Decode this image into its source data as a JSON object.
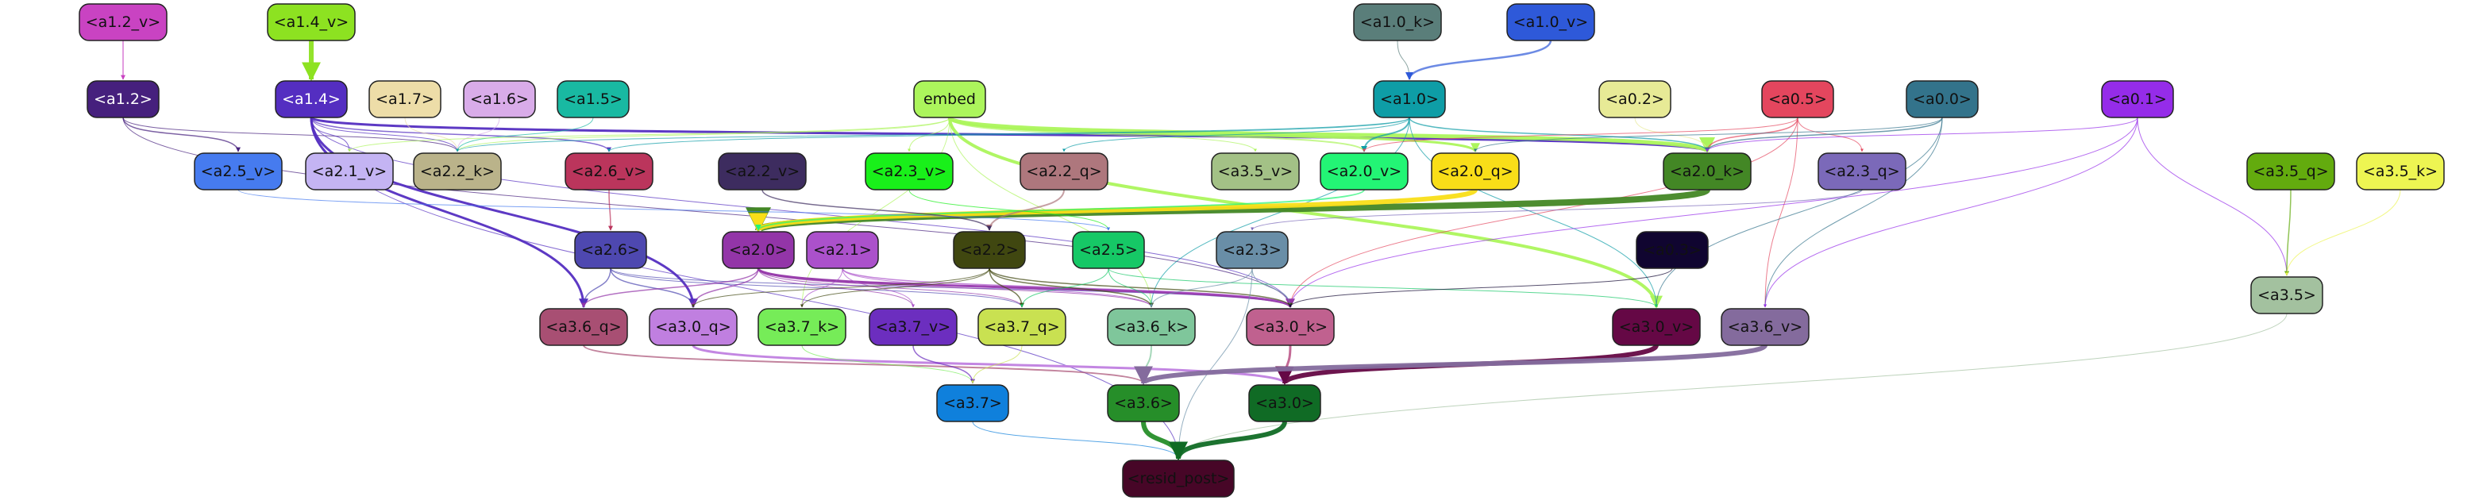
{
  "nodes": [
    {
      "id": "a1.2_v",
      "label": "<a1.2_v>",
      "fill": "#c943c2",
      "text": "#111111"
    },
    {
      "id": "a1.4_v",
      "label": "<a1.4_v>",
      "fill": "#8de221",
      "text": "#111111"
    },
    {
      "id": "a1.0_k",
      "label": "<a1.0_k>",
      "fill": "#5a7e7a",
      "text": "#111111"
    },
    {
      "id": "a1.0_v",
      "label": "<a1.0_v>",
      "fill": "#2e59d9",
      "text": "#111111"
    },
    {
      "id": "a1.2",
      "label": "<a1.2>",
      "fill": "#46207d",
      "text": "#ffffff"
    },
    {
      "id": "a1.4",
      "label": "<a1.4>",
      "fill": "#542ec1",
      "text": "#ffffff"
    },
    {
      "id": "a1.7",
      "label": "<a1.7>",
      "fill": "#eddda8",
      "text": "#111111"
    },
    {
      "id": "a1.6",
      "label": "<a1.6>",
      "fill": "#d9ace9",
      "text": "#111111"
    },
    {
      "id": "a1.5",
      "label": "<a1.5>",
      "fill": "#19b9a2",
      "text": "#111111"
    },
    {
      "id": "embed",
      "label": "embed",
      "fill": "#acf55c",
      "text": "#111111"
    },
    {
      "id": "a1.0",
      "label": "<a1.0>",
      "fill": "#0e9da6",
      "text": "#111111"
    },
    {
      "id": "a0.2",
      "label": "<a0.2>",
      "fill": "#e7ea96",
      "text": "#111111"
    },
    {
      "id": "a0.5",
      "label": "<a0.5>",
      "fill": "#e4465e",
      "text": "#111111"
    },
    {
      "id": "a0.0",
      "label": "<a0.0>",
      "fill": "#33738b",
      "text": "#111111"
    },
    {
      "id": "a0.1",
      "label": "<a0.1>",
      "fill": "#952ce9",
      "text": "#111111"
    },
    {
      "id": "a2.5_v",
      "label": "<a2.5_v>",
      "fill": "#467bef",
      "text": "#111111"
    },
    {
      "id": "a2.1_v",
      "label": "<a2.1_v>",
      "fill": "#c4b4f3",
      "text": "#111111"
    },
    {
      "id": "a2.2_k",
      "label": "<a2.2_k>",
      "fill": "#bab38a",
      "text": "#111111"
    },
    {
      "id": "a2.6_v",
      "label": "<a2.6_v>",
      "fill": "#bb355c",
      "text": "#111111"
    },
    {
      "id": "a2.2_v",
      "label": "<a2.2_v>",
      "fill": "#3d2c5f",
      "text": "#111111"
    },
    {
      "id": "a2.3_v",
      "label": "<a2.3_v>",
      "fill": "#19f01a",
      "text": "#111111"
    },
    {
      "id": "a2.2_q",
      "label": "<a2.2_q>",
      "fill": "#ae777d",
      "text": "#111111"
    },
    {
      "id": "a3.5_v",
      "label": "<a3.5_v>",
      "fill": "#a3c186",
      "text": "#111111"
    },
    {
      "id": "a2.0_v",
      "label": "<a2.0_v>",
      "fill": "#23f575",
      "text": "#111111"
    },
    {
      "id": "a2.0_q",
      "label": "<a2.0_q>",
      "fill": "#f9de18",
      "text": "#111111"
    },
    {
      "id": "a2.0_k",
      "label": "<a2.0_k>",
      "fill": "#438725",
      "text": "#111111"
    },
    {
      "id": "a2.3_q",
      "label": "<a2.3_q>",
      "fill": "#7b69b9",
      "text": "#111111"
    },
    {
      "id": "a3.5_q",
      "label": "<a3.5_q>",
      "fill": "#63ab0e",
      "text": "#111111"
    },
    {
      "id": "a3.5_k",
      "label": "<a3.5_k>",
      "fill": "#edf552",
      "text": "#111111"
    },
    {
      "id": "a2.6",
      "label": "<a2.6>",
      "fill": "#4e48b0",
      "text": "#111111"
    },
    {
      "id": "a2.0",
      "label": "<a2.0>",
      "fill": "#9335a8",
      "text": "#111111"
    },
    {
      "id": "a2.1",
      "label": "<a2.1>",
      "fill": "#ab51cb",
      "text": "#111111"
    },
    {
      "id": "a2.2",
      "label": "<a2.2>",
      "fill": "#404710",
      "text": "#111111"
    },
    {
      "id": "a2.5",
      "label": "<a2.5>",
      "fill": "#16c866",
      "text": "#111111"
    },
    {
      "id": "a2.3",
      "label": "<a2.3>",
      "fill": "#698ea7",
      "text": "#111111"
    },
    {
      "id": "a0.3",
      "label": "<a0.3>",
      "fill": "#100530",
      "text": "#111111"
    },
    {
      "id": "a3.5",
      "label": "<a3.5>",
      "fill": "#a3c19f",
      "text": "#111111"
    },
    {
      "id": "a3.6_q",
      "label": "<a3.6_q>",
      "fill": "#a84f73",
      "text": "#111111"
    },
    {
      "id": "a3.0_q",
      "label": "<a3.0_q>",
      "fill": "#c07fe0",
      "text": "#111111"
    },
    {
      "id": "a3.7_k",
      "label": "<a3.7_k>",
      "fill": "#76ec58",
      "text": "#111111"
    },
    {
      "id": "a3.7_v",
      "label": "<a3.7_v>",
      "fill": "#6c2ebf",
      "text": "#111111"
    },
    {
      "id": "a3.7_q",
      "label": "<a3.7_q>",
      "fill": "#c9e151",
      "text": "#111111"
    },
    {
      "id": "a3.6_k",
      "label": "<a3.6_k>",
      "fill": "#7fc69b",
      "text": "#111111"
    },
    {
      "id": "a3.0_k",
      "label": "<a3.0_k>",
      "fill": "#c0618f",
      "text": "#111111"
    },
    {
      "id": "a3.0_v",
      "label": "<a3.0_v>",
      "fill": "#650845",
      "text": "#111111"
    },
    {
      "id": "a3.6_v",
      "label": "<a3.6_v>",
      "fill": "#846b9d",
      "text": "#111111"
    },
    {
      "id": "a3.7",
      "label": "<a3.7>",
      "fill": "#0f80dc",
      "text": "#111111"
    },
    {
      "id": "a3.6",
      "label": "<a3.6>",
      "fill": "#268e29",
      "text": "#111111"
    },
    {
      "id": "a3.0",
      "label": "<a3.0>",
      "fill": "#106b25",
      "text": "#111111"
    },
    {
      "id": "resid_post",
      "label": "<resid_post>",
      "fill": "#470627",
      "text": "#111111"
    }
  ],
  "edges": [
    {
      "from": "a1.2_v",
      "to": "a1.2",
      "color": "#c943c2",
      "weight": 1.5
    },
    {
      "from": "a1.4_v",
      "to": "a1.4",
      "color": "#8de221",
      "weight": 6
    },
    {
      "from": "a1.0_k",
      "to": "a1.0",
      "color": "#5a7e7a",
      "weight": 1
    },
    {
      "from": "a1.0_v",
      "to": "a1.0",
      "color": "#2e59d9",
      "weight": 2.5
    },
    {
      "from": "a1.2",
      "to": "a2.5_v",
      "color": "#46207d",
      "weight": 1.5
    },
    {
      "from": "a1.2",
      "to": "a2.2_k",
      "color": "#46207d",
      "weight": 1
    },
    {
      "from": "a1.2",
      "to": "a3.0_k",
      "color": "#46207d",
      "weight": 1
    },
    {
      "from": "a1.4",
      "to": "a3.6_q",
      "color": "#542ec1",
      "weight": 3
    },
    {
      "from": "a1.4",
      "to": "a3.0_q",
      "color": "#542ec1",
      "weight": 3
    },
    {
      "from": "a1.4",
      "to": "a2.0_k",
      "color": "#542ec1",
      "weight": 3
    },
    {
      "from": "a1.4",
      "to": "a2.2_k",
      "color": "#542ec1",
      "weight": 1
    },
    {
      "from": "a1.4",
      "to": "a2.6_v",
      "color": "#542ec1",
      "weight": 1.5
    },
    {
      "from": "a1.4",
      "to": "a2.1_v",
      "color": "#542ec1",
      "weight": 1
    },
    {
      "from": "a1.4",
      "to": "resid_post",
      "color": "#542ec1",
      "weight": 1
    },
    {
      "from": "a1.4",
      "to": "a3.0_k",
      "color": "#542ec1",
      "weight": 1
    },
    {
      "from": "a1.7",
      "to": "a2.2_k",
      "color": "#eddda8",
      "weight": 1
    },
    {
      "from": "a1.6",
      "to": "a2.2_k",
      "color": "#d9ace9",
      "weight": 1
    },
    {
      "from": "a1.5",
      "to": "a2.2_k",
      "color": "#19b9a2",
      "weight": 1
    },
    {
      "from": "embed",
      "to": "a2.0_k",
      "color": "#acf55c",
      "weight": 5
    },
    {
      "from": "embed",
      "to": "a3.0_v",
      "color": "#acf55c",
      "weight": 4
    },
    {
      "from": "embed",
      "to": "a2.0_q",
      "color": "#acf55c",
      "weight": 3
    },
    {
      "from": "embed",
      "to": "a2.0_v",
      "color": "#acf55c",
      "weight": 2
    },
    {
      "from": "embed",
      "to": "a2.2_k",
      "color": "#acf55c",
      "weight": 1
    },
    {
      "from": "embed",
      "to": "a2.1_v",
      "color": "#acf55c",
      "weight": 1
    },
    {
      "from": "embed",
      "to": "a3.7_k",
      "color": "#acf55c",
      "weight": 1
    },
    {
      "from": "embed",
      "to": "a3.6_k",
      "color": "#acf55c",
      "weight": 1
    },
    {
      "from": "embed",
      "to": "a2.3_v",
      "color": "#acf55c",
      "weight": 1
    },
    {
      "from": "embed",
      "to": "a3.5_v",
      "color": "#acf55c",
      "weight": 1
    },
    {
      "from": "a1.0",
      "to": "a2.0_v",
      "color": "#0e9da6",
      "weight": 2
    },
    {
      "from": "a1.0",
      "to": "a2.0_k",
      "color": "#0e9da6",
      "weight": 1.5
    },
    {
      "from": "a1.0",
      "to": "a2.2_k",
      "color": "#0e9da6",
      "weight": 1
    },
    {
      "from": "a1.0",
      "to": "a2.6_v",
      "color": "#0e9da6",
      "weight": 1
    },
    {
      "from": "a1.0",
      "to": "a2.2_q",
      "color": "#0e9da6",
      "weight": 1
    },
    {
      "from": "a1.0",
      "to": "a3.6_k",
      "color": "#0e9da6",
      "weight": 1
    },
    {
      "from": "a1.0",
      "to": "a3.0_v",
      "color": "#0e9da6",
      "weight": 1
    },
    {
      "from": "a0.2",
      "to": "a2.0_k",
      "color": "#e7ea96",
      "weight": 1
    },
    {
      "from": "a0.5",
      "to": "a2.0_k",
      "color": "#e4465e",
      "weight": 1.5
    },
    {
      "from": "a0.5",
      "to": "a2.3_q",
      "color": "#e4465e",
      "weight": 1
    },
    {
      "from": "a0.5",
      "to": "a2.0_v",
      "color": "#e4465e",
      "weight": 1
    },
    {
      "from": "a0.5",
      "to": "a3.0_k",
      "color": "#e4465e",
      "weight": 1
    },
    {
      "from": "a0.5",
      "to": "a3.6_v",
      "color": "#e4465e",
      "weight": 1
    },
    {
      "from": "a0.0",
      "to": "a2.0_k",
      "color": "#33738b",
      "weight": 1.5
    },
    {
      "from": "a0.0",
      "to": "a2.0_q",
      "color": "#33738b",
      "weight": 1
    },
    {
      "from": "a0.0",
      "to": "a3.0_v",
      "color": "#33738b",
      "weight": 1
    },
    {
      "from": "a0.0",
      "to": "a3.6_v",
      "color": "#33738b",
      "weight": 1
    },
    {
      "from": "a0.1",
      "to": "a2.0_k",
      "color": "#952ce9",
      "weight": 1
    },
    {
      "from": "a0.1",
      "to": "a3.6_v",
      "color": "#952ce9",
      "weight": 1
    },
    {
      "from": "a0.1",
      "to": "a3.5",
      "color": "#952ce9",
      "weight": 1
    },
    {
      "from": "a0.1",
      "to": "a3.0_k",
      "color": "#952ce9",
      "weight": 1
    },
    {
      "from": "a2.0_k",
      "to": "a2.0",
      "color": "#438725",
      "weight": 8
    },
    {
      "from": "a2.0_q",
      "to": "a2.0",
      "color": "#f9de18",
      "weight": 6
    },
    {
      "from": "a2.0_v",
      "to": "a2.0",
      "color": "#23f575",
      "weight": 2
    },
    {
      "from": "a2.2_q",
      "to": "a2.2",
      "color": "#ae777d",
      "weight": 2
    },
    {
      "from": "a2.2_v",
      "to": "a2.2",
      "color": "#3d2c5f",
      "weight": 1.5
    },
    {
      "from": "a2.3_v",
      "to": "a2.5",
      "color": "#19f01a",
      "weight": 1
    },
    {
      "from": "a2.6_v",
      "to": "a2.6",
      "color": "#bb355c",
      "weight": 1.5
    },
    {
      "from": "a2.5_v",
      "to": "a2.5",
      "color": "#467bef",
      "weight": 1
    },
    {
      "from": "a2.3_q",
      "to": "a2.3",
      "color": "#7b69b9",
      "weight": 1
    },
    {
      "from": "a3.5_q",
      "to": "a3.5",
      "color": "#63ab0e",
      "weight": 1.5
    },
    {
      "from": "a3.5_k",
      "to": "a3.5",
      "color": "#edf552",
      "weight": 1
    },
    {
      "from": "a2.6",
      "to": "a3.6_q",
      "color": "#4e48b0",
      "weight": 1.5
    },
    {
      "from": "a2.6",
      "to": "a3.0_q",
      "color": "#4e48b0",
      "weight": 1.5
    },
    {
      "from": "a2.6",
      "to": "a3.0_k",
      "color": "#4e48b0",
      "weight": 1
    },
    {
      "from": "a2.6",
      "to": "a3.7_q",
      "color": "#4e48b0",
      "weight": 1
    },
    {
      "from": "a2.0",
      "to": "a3.0_k",
      "color": "#9335a8",
      "weight": 3
    },
    {
      "from": "a2.0",
      "to": "a3.0_q",
      "color": "#9335a8",
      "weight": 1.5
    },
    {
      "from": "a2.0",
      "to": "a3.6_q",
      "color": "#9335a8",
      "weight": 1.5
    },
    {
      "from": "a2.0",
      "to": "a3.7_v",
      "color": "#9335a8",
      "weight": 1
    },
    {
      "from": "a2.0",
      "to": "a3.7_q",
      "color": "#9335a8",
      "weight": 1
    },
    {
      "from": "a2.0",
      "to": "a3.6_k",
      "color": "#9335a8",
      "weight": 1
    },
    {
      "from": "a2.1",
      "to": "a3.0_k",
      "color": "#ab51cb",
      "weight": 1.5
    },
    {
      "from": "a2.1",
      "to": "a3.7_k",
      "color": "#ab51cb",
      "weight": 1
    },
    {
      "from": "a2.1",
      "to": "a3.7_v",
      "color": "#ab51cb",
      "weight": 1
    },
    {
      "from": "a2.1",
      "to": "a3.6_k",
      "color": "#ab51cb",
      "weight": 1
    },
    {
      "from": "a2.2",
      "to": "a3.6_k",
      "color": "#404710",
      "weight": 1.5
    },
    {
      "from": "a2.2",
      "to": "a3.7_q",
      "color": "#404710",
      "weight": 1.5
    },
    {
      "from": "a2.2",
      "to": "a3.0_k",
      "color": "#404710",
      "weight": 1.5
    },
    {
      "from": "a2.2",
      "to": "a3.0_q",
      "color": "#404710",
      "weight": 1
    },
    {
      "from": "a2.2",
      "to": "a3.7_k",
      "color": "#404710",
      "weight": 1
    },
    {
      "from": "a2.5",
      "to": "a3.0_v",
      "color": "#16c866",
      "weight": 1
    },
    {
      "from": "a2.5",
      "to": "a3.6_k",
      "color": "#16c866",
      "weight": 1
    },
    {
      "from": "a2.5",
      "to": "a3.7_q",
      "color": "#16c866",
      "weight": 1
    },
    {
      "from": "a2.3",
      "to": "a3.0_k",
      "color": "#698ea7",
      "weight": 1
    },
    {
      "from": "a2.3",
      "to": "a3.6_k",
      "color": "#698ea7",
      "weight": 1
    },
    {
      "from": "a2.3",
      "to": "resid_post",
      "color": "#698ea7",
      "weight": 1
    },
    {
      "from": "a0.3",
      "to": "a3.0_k",
      "color": "#100530",
      "weight": 1
    },
    {
      "from": "a3.5",
      "to": "resid_post",
      "color": "#a3c19f",
      "weight": 1
    },
    {
      "from": "a3.6_q",
      "to": "a3.6",
      "color": "#a84f73",
      "weight": 2
    },
    {
      "from": "a3.0_q",
      "to": "a3.0",
      "color": "#c07fe0",
      "weight": 3
    },
    {
      "from": "a3.7_k",
      "to": "a3.7",
      "color": "#76ec58",
      "weight": 1
    },
    {
      "from": "a3.7_v",
      "to": "a3.7",
      "color": "#6c2ebf",
      "weight": 1.5
    },
    {
      "from": "a3.7_q",
      "to": "a3.7",
      "color": "#c9e151",
      "weight": 1
    },
    {
      "from": "a3.6_k",
      "to": "a3.6",
      "color": "#7fc69b",
      "weight": 2
    },
    {
      "from": "a3.0_k",
      "to": "a3.0",
      "color": "#c0618f",
      "weight": 3
    },
    {
      "from": "a3.0_v",
      "to": "a3.0",
      "color": "#650845",
      "weight": 6
    },
    {
      "from": "a3.6_v",
      "to": "a3.6",
      "color": "#846b9d",
      "weight": 6
    },
    {
      "from": "a3.7",
      "to": "resid_post",
      "color": "#0f80dc",
      "weight": 1
    },
    {
      "from": "a3.6",
      "to": "resid_post",
      "color": "#268e29",
      "weight": 6
    },
    {
      "from": "a3.0",
      "to": "resid_post",
      "color": "#106b25",
      "weight": 6
    }
  ]
}
